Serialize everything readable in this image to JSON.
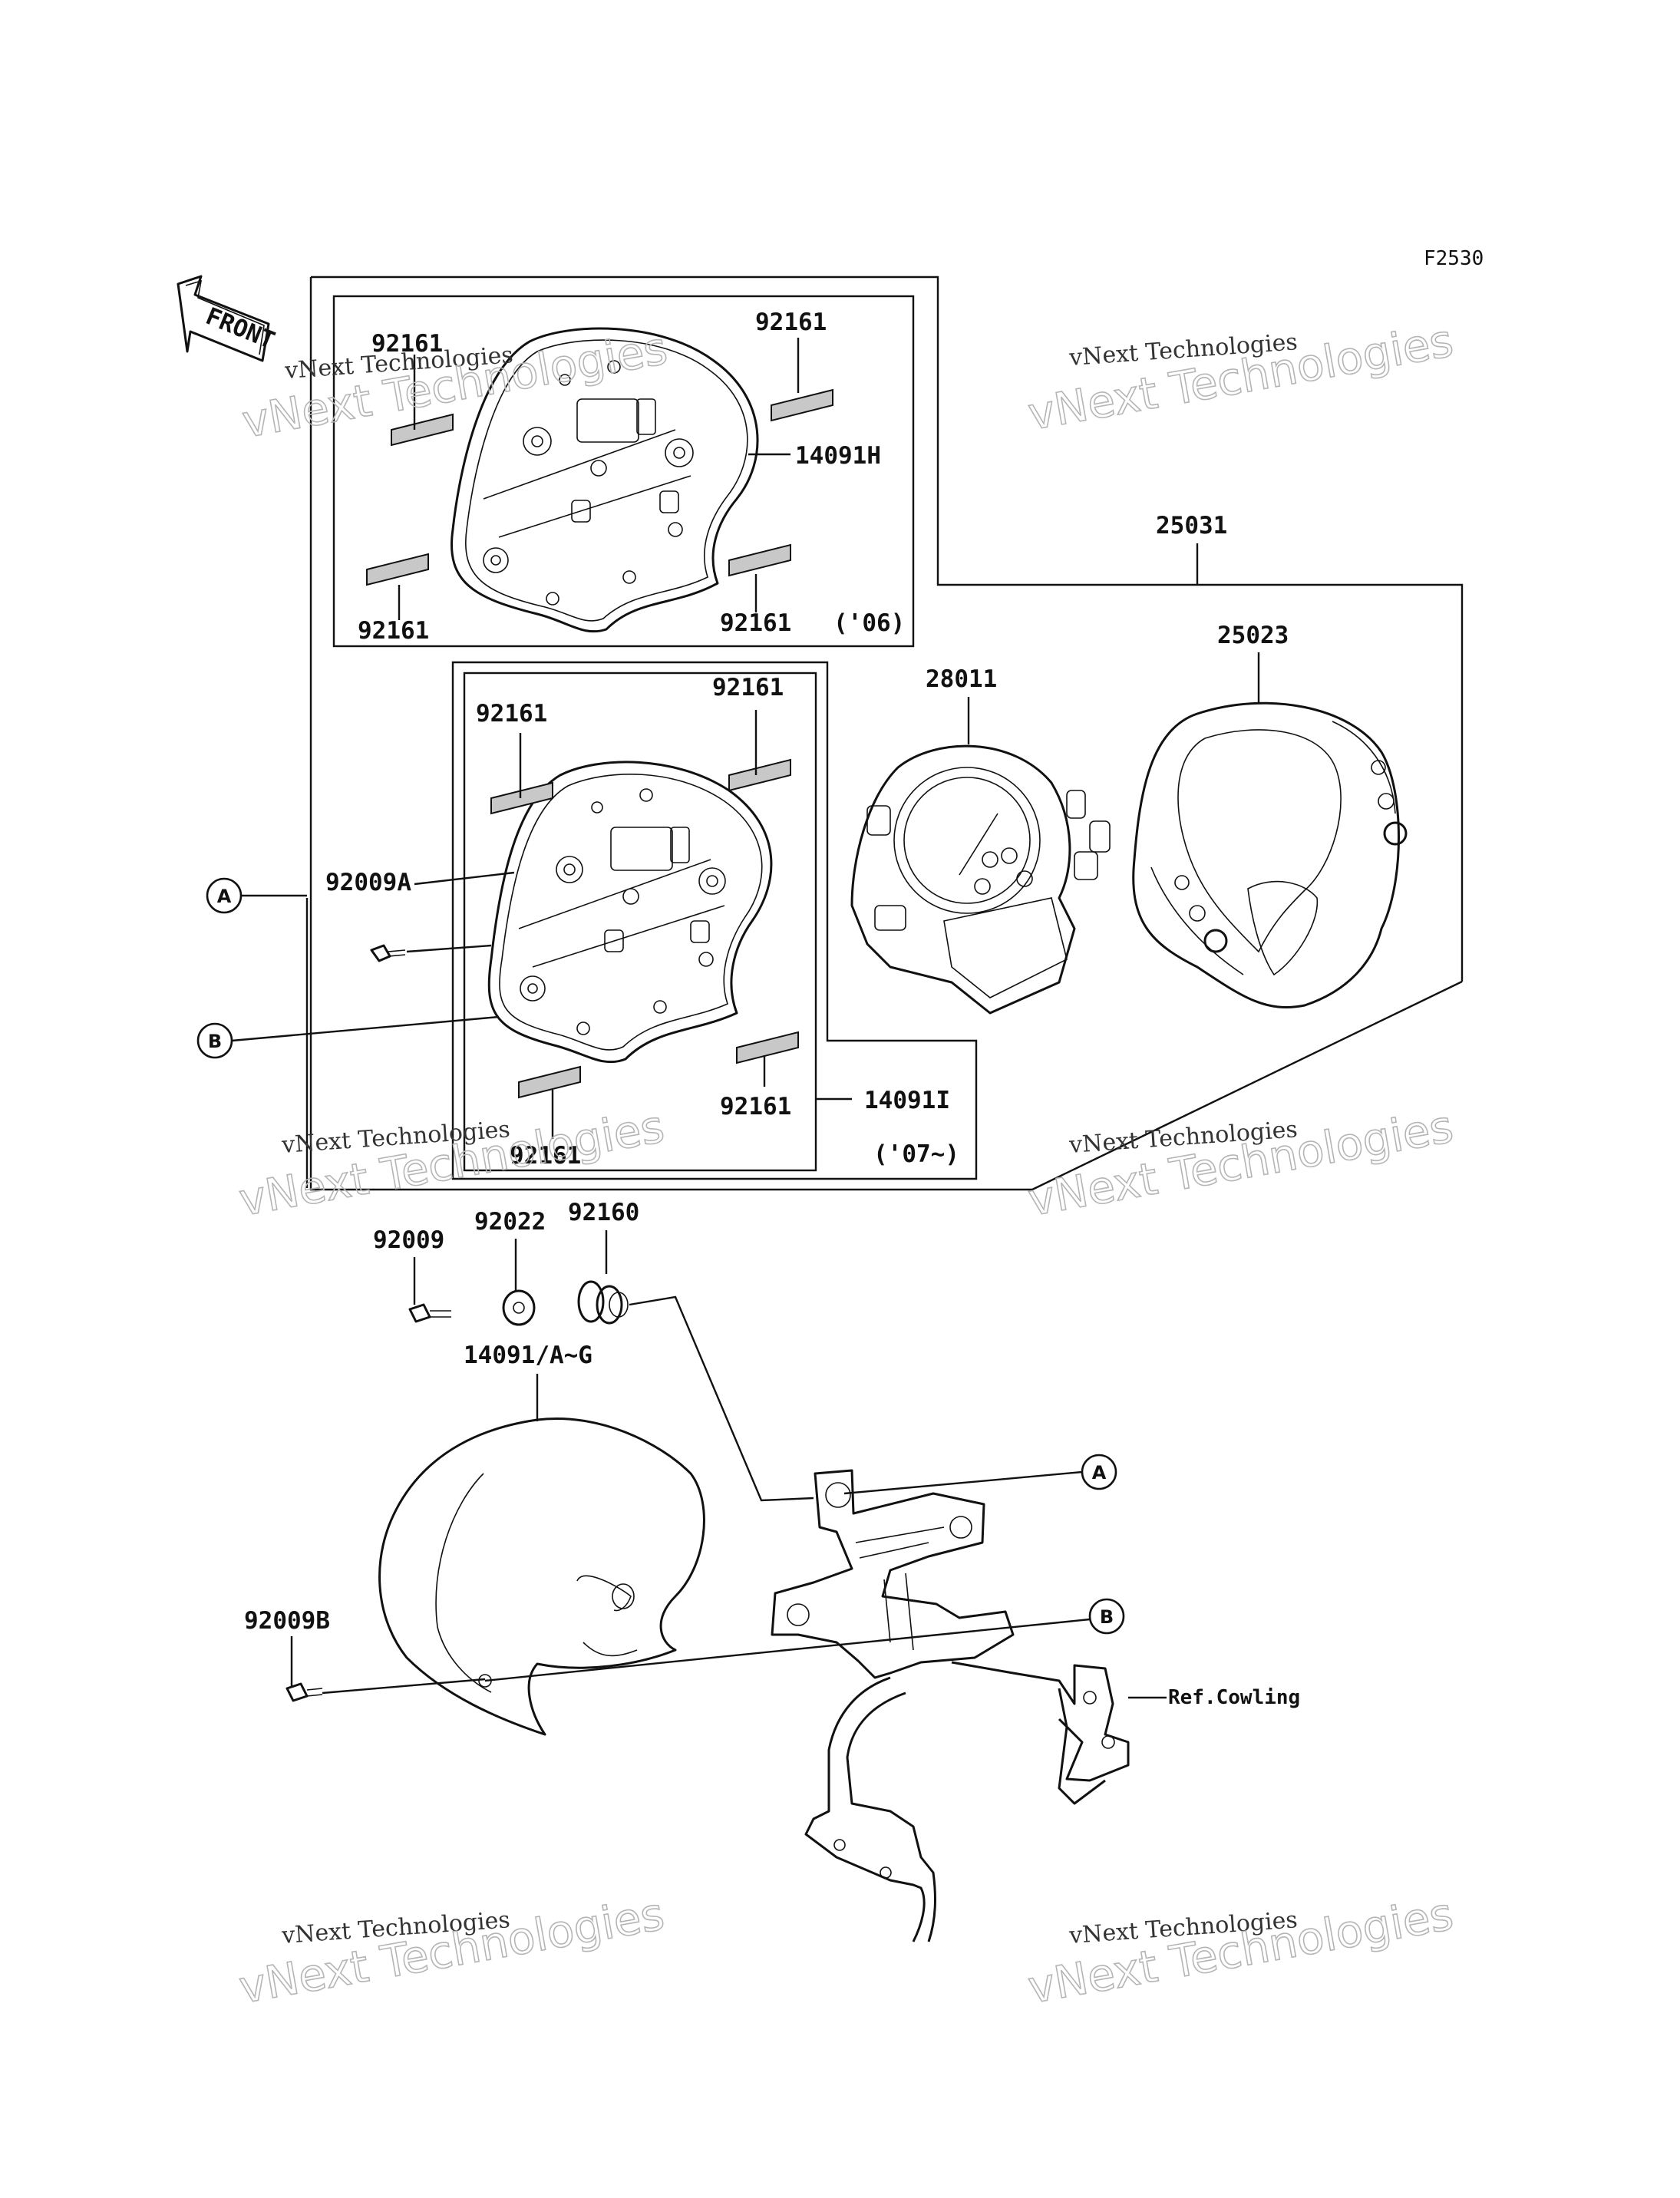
{
  "figure_code": "F2530",
  "front_label": "FRONT",
  "year_labels": {
    "y06": "('06)",
    "y07": "('07~)"
  },
  "callouts": {
    "a": "A",
    "b": "B"
  },
  "parts": {
    "sticker_tl": "92161",
    "sticker_tr": "92161",
    "sticker_bl": "92161",
    "sticker_br": "92161",
    "case_06": "14091H",
    "assy_top": "25031",
    "bezel": "25023",
    "meter_unit": "28011",
    "sticker_07_tl": "92161",
    "sticker_07_tr": "92161",
    "sticker_07_br": "92161",
    "sticker_07_bl": "92161",
    "case_07": "14091I",
    "screw_a": "92009A",
    "screw": "92009",
    "washer": "92022",
    "grommet": "92160",
    "cover": "14091/A~G",
    "screw_b": "92009B",
    "ref_cowling": "Ref.Cowling"
  },
  "watermarks": [
    {
      "line1": "vNext Technologies",
      "line2": "vNext Technologies"
    },
    {
      "line1": "vNext Technologies",
      "line2": "vNext Technologies"
    },
    {
      "line1": "vNext Technologies",
      "line2": "vNext Technologies"
    },
    {
      "line1": "vNext Technologies",
      "line2": "vNext Technologies"
    },
    {
      "line1": "vNext Technologies",
      "line2": "vNext Technologies"
    },
    {
      "line1": "vNext Technologies",
      "line2": "vNext Technologies"
    }
  ]
}
